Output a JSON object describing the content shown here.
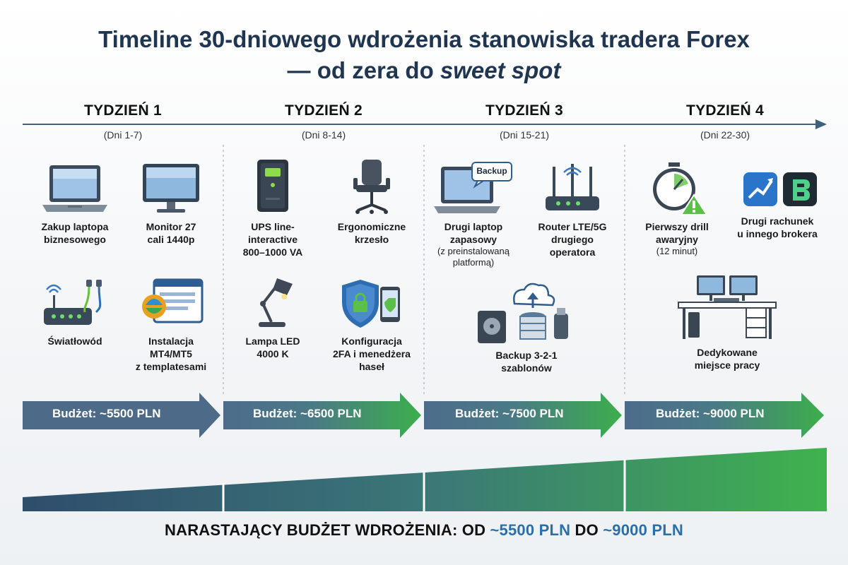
{
  "title": {
    "line1": "Timeline 30-dniowego wdrożenia stanowiska tradera Forex",
    "line2_prefix": "— od zera do ",
    "line2_em": "sweet spot"
  },
  "weeks": [
    {
      "label": "TYDZIEŃ 1",
      "days": "(Dni 1-7)",
      "budget": "Budżet: ~5500 PLN",
      "items": [
        {
          "label": "Zakup laptopa\nbiznesowego",
          "icon": "laptop-icon"
        },
        {
          "label": "Monitor 27\ncali 1440p",
          "icon": "monitor-icon"
        },
        {
          "label": "Światłowód",
          "icon": "router-fiber-icon"
        },
        {
          "label": "Instalacja\nMT4/MT5\nz templatesami",
          "icon": "platform-window-icon"
        }
      ]
    },
    {
      "label": "TYDZIEŃ 2",
      "days": "(Dni 8-14)",
      "budget": "Budżet: ~6500 PLN",
      "items": [
        {
          "label": "UPS line-\ninteractive\n800–1000 VA",
          "icon": "ups-icon"
        },
        {
          "label": "Ergonomiczne\nkrzesło",
          "icon": "chair-icon"
        },
        {
          "label": "Lampa LED\n4000 K",
          "icon": "desk-lamp-icon"
        },
        {
          "label": "Konfiguracja\n2FA i menedżera\nhaseł",
          "icon": "shield-lock-icon"
        }
      ]
    },
    {
      "label": "TYDZIEŃ 3",
      "days": "(Dni 15-21)",
      "budget": "Budżet: ~7500 PLN",
      "items": [
        {
          "label": "Drugi laptop\nzapasowy",
          "sub": "(z preinstalowaną\nplatformą)",
          "icon": "backup-laptop-icon",
          "bubble": "Backup"
        },
        {
          "label": "Router LTE/5G\ndrugiego\noperatora",
          "icon": "lte-router-icon"
        },
        {
          "label": "Backup 3-2-1\nszablonów",
          "icon": "backup-storage-icon"
        }
      ]
    },
    {
      "label": "TYDZIEŃ 4",
      "days": "(Dni 22-30)",
      "budget": "Budżet: ~9000 PLN",
      "items": [
        {
          "label": "Pierwszy drill\nawaryjny",
          "sub": "(12 minut)",
          "icon": "stopwatch-warning-icon"
        },
        {
          "label": "Drugi rachunek\nu innego brokera",
          "icon": "broker-apps-icon"
        },
        {
          "label": "Dedykowane\nmiejsce pracy",
          "icon": "workstation-icon"
        }
      ]
    }
  ],
  "footer": {
    "prefix": "NARASTAJĄCY BUDŻET WDROŻENIA: OD ",
    "from": "~5500 PLN",
    "mid": " DO ",
    "to": "~9000 PLN"
  },
  "colors": {
    "navy": "#1f3550",
    "steel": "#4e6e8e",
    "green": "#3aa84a",
    "accent": "#2b6ea8"
  }
}
